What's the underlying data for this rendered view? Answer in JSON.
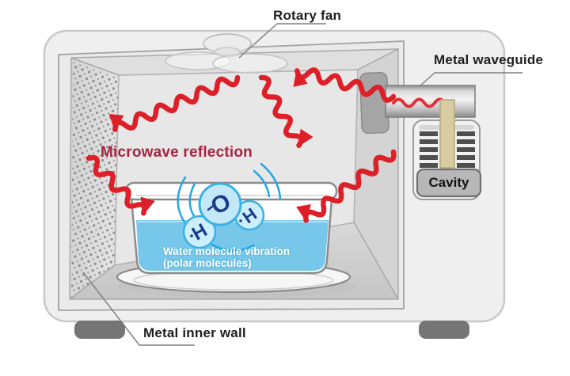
{
  "labels": {
    "rotary_fan": "Rotary fan",
    "metal_waveguide": "Metal waveguide",
    "metal_inner_wall": "Metal inner wall",
    "microwave_reflection": "Microwave reflection",
    "cavity": "Cavity"
  },
  "water_container": {
    "caption_line1": "Water molecule vibration",
    "caption_line2": "(polar molecules)"
  },
  "molecule": {
    "oxygen_label": "O",
    "hydrogen_left_label": "H",
    "hydrogen_right_label": "H"
  },
  "colors": {
    "microwave_red": "#dd1f28",
    "reflection_text_crimson": "#a62441",
    "water_blue": "#76c7e9",
    "molecule_ring_blue": "#38b1e6",
    "molecule_letter_navy": "#1d3c8c",
    "antenna_tan": "#d9cba2",
    "cavity_box_gray": "#b7b7b7",
    "body_gray": "#efefef",
    "foot_gray": "#757575",
    "label_text": "#1f1f1f"
  }
}
